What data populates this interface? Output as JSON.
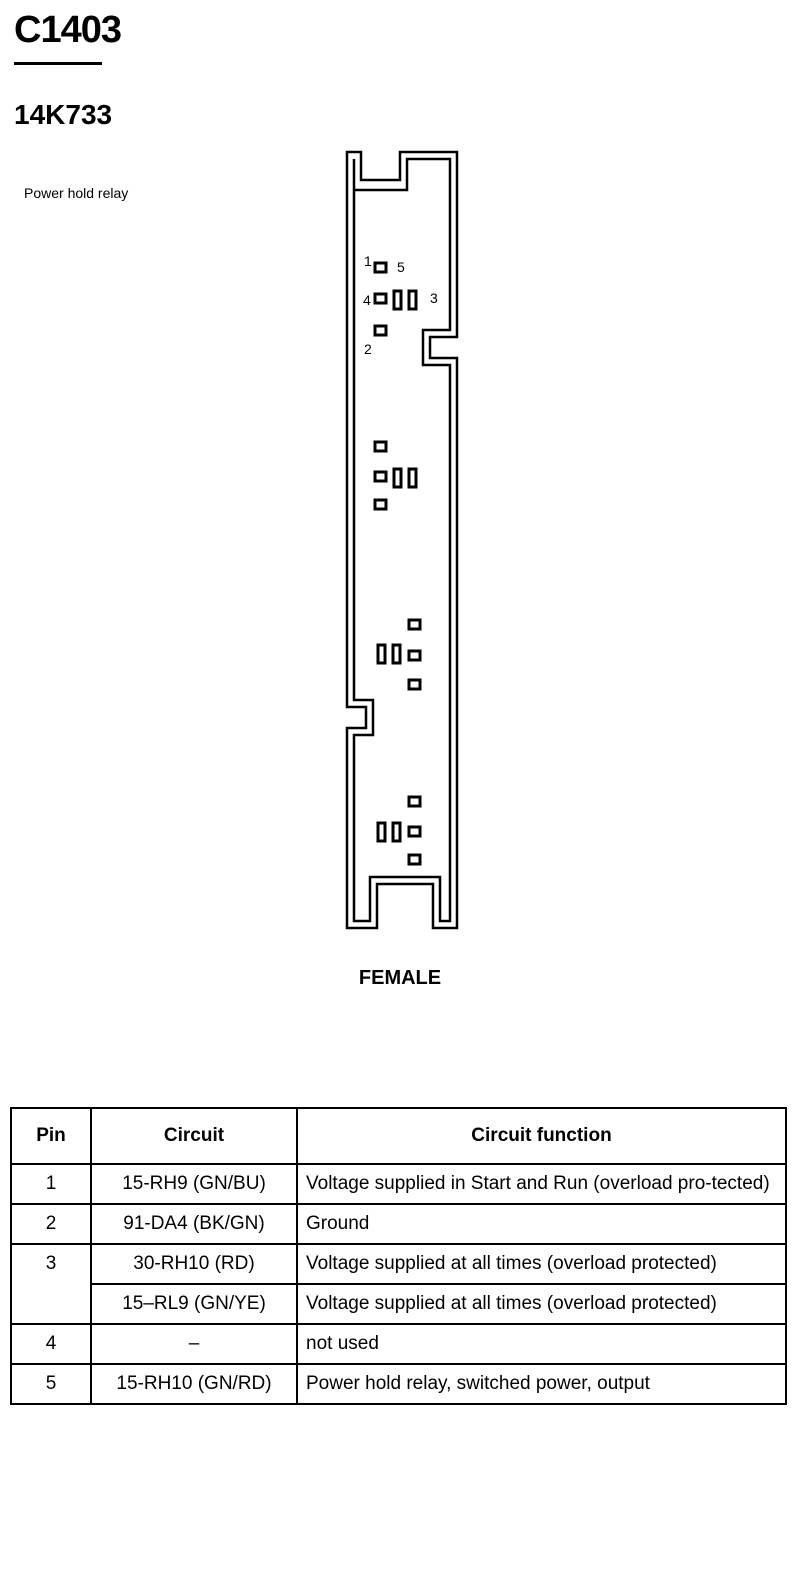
{
  "header": {
    "connector_code": "C1403",
    "part_number": "14K733",
    "description": "Power hold relay"
  },
  "diagram": {
    "pin_labels": [
      "1",
      "5",
      "4",
      "3",
      "2"
    ],
    "gender_label": "FEMALE"
  },
  "table": {
    "headers": {
      "pin": "Pin",
      "circuit": "Circuit",
      "function": "Circuit function"
    },
    "rows": [
      {
        "pin": "1",
        "circuit": "15-RH9 (GN/BU)",
        "function": "Voltage supplied in Start and Run (overload pro-tected)"
      },
      {
        "pin": "2",
        "circuit": "91-DA4 (BK/GN)",
        "function": "Ground"
      },
      {
        "pin": "3",
        "circuit": "30-RH10 (RD)",
        "function": "Voltage supplied at all times (overload protected)"
      },
      {
        "pin": "",
        "circuit": "15–RL9 (GN/YE)",
        "function": "Voltage supplied at all times (overload protected)"
      },
      {
        "pin": "4",
        "circuit": "–",
        "function": "not used"
      },
      {
        "pin": "5",
        "circuit": "15-RH10 (GN/RD)",
        "function": "Power hold relay, switched power, output"
      }
    ]
  }
}
